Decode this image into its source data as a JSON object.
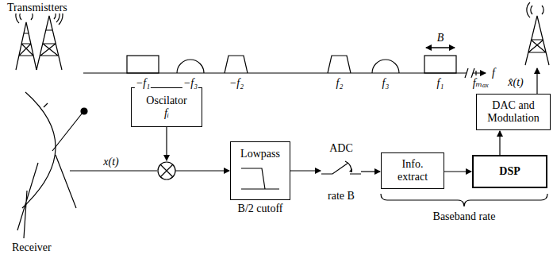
{
  "diagram": {
    "nodes": [
      {
        "text": [
          "Oscilator",
          "fᵢ"
        ]
      },
      {
        "text": [
          "Lowpass",
          "B/2 cutoff"
        ]
      },
      {
        "text": [
          "ADC",
          "rate B"
        ]
      },
      {
        "text": [
          "Info. extract"
        ]
      },
      {
        "text": [
          "DSP"
        ]
      },
      {
        "text": [
          "DAC and Modulation"
        ]
      }
    ],
    "edges": [
      {
        "from": 1,
        "to": 2,
        "arrow": "to"
      },
      {
        "from": 2,
        "to": 3,
        "arrow": "to"
      },
      {
        "from": 3,
        "to": 4,
        "arrow": "to"
      },
      {
        "from": 4,
        "to": 5,
        "arrow": "to"
      }
    ],
    "labels": [
      "Transmistters",
      "−f₁",
      "−f₃",
      "−f₂",
      "f₂",
      "f₃",
      "f₁",
      "fₘₐₓ",
      "f",
      "B",
      "x(t)",
      "Receiver",
      "x̂(t)",
      "Baseband rate"
    ]
  }
}
